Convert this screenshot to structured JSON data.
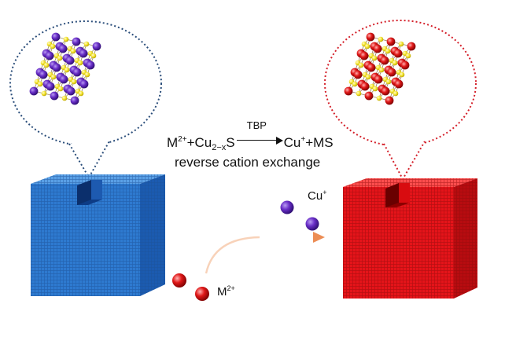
{
  "equation": {
    "reactant1_base": "M",
    "reactant1_charge": "2+",
    "plus1": "+Cu",
    "reactant2_sub": "2−x",
    "reactant2_rest": "S",
    "catalyst": "TBP",
    "product1_base": "Cu",
    "product1_charge": "+",
    "plus2_rest": "+MS"
  },
  "caption": "reverse cation exchange",
  "labels": {
    "released_ion_base": "Cu",
    "released_ion_charge": "+",
    "incoming_ion_base": "M",
    "incoming_ion_charge": "2+"
  },
  "colors": {
    "cu2s_cube": "#2e7ad0",
    "ms_cube": "#e5141a",
    "cu_atom": "#6a2fc8",
    "s_atom": "#f5e632",
    "m_atom": "#e01818",
    "left_bubble_outline": "#2a4d7a",
    "right_bubble_outline": "#d4202a",
    "arrow": "#f0a070"
  }
}
